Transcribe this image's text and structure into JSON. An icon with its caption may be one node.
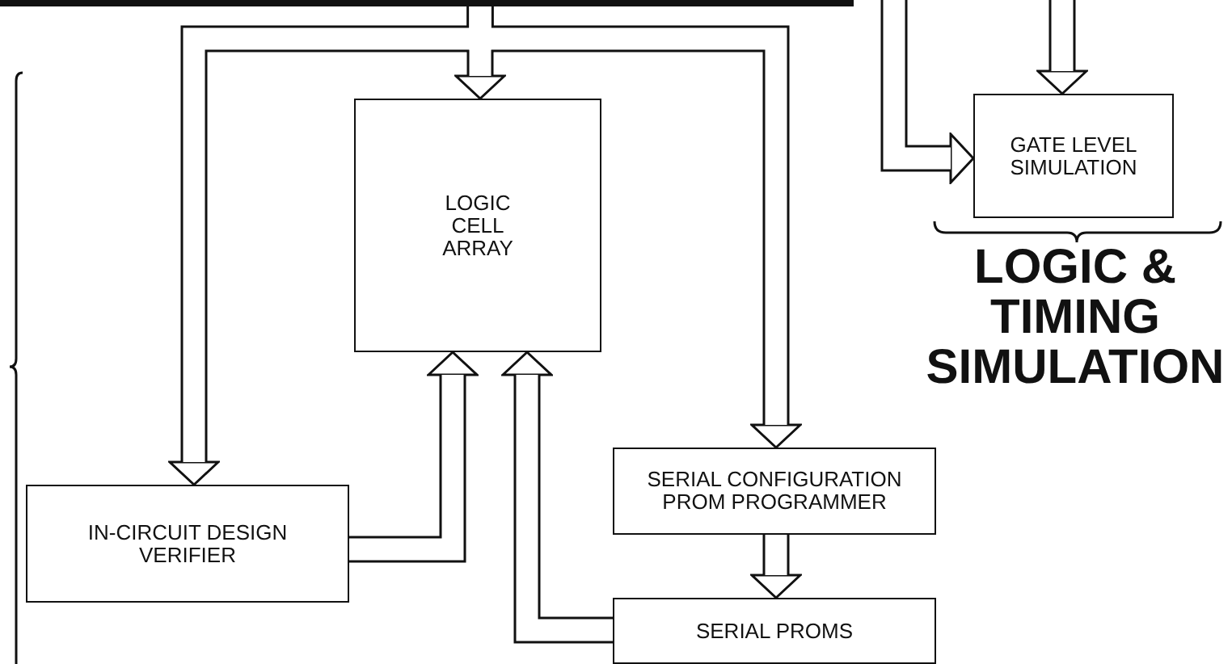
{
  "diagram": {
    "nodes": [
      {
        "text": [],
        "shape": "box"
      },
      {
        "text": [
          "GATE LEVEL SIMULATION"
        ]
      },
      {
        "text": [
          "LOGIC CELL ARRAY"
        ]
      },
      {
        "text": [
          "IN-CIRCUIT DESIGN VERIFIER"
        ]
      },
      {
        "text": [
          "SERIAL CONFIGURATION PROM PROGRAMMER"
        ]
      },
      {
        "text": [
          "SERIAL PROMS"
        ]
      }
    ],
    "edges": [
      {
        "from": 0,
        "to": 2,
        "arrow": "to"
      },
      {
        "from": 0,
        "to": 3,
        "arrow": "to"
      },
      {
        "from": 0,
        "to": 4,
        "arrow": "to"
      },
      {
        "from": 3,
        "to": 2,
        "arrow": "to"
      },
      {
        "from": 5,
        "to": 2,
        "arrow": "to"
      },
      {
        "from": 4,
        "to": 5,
        "arrow": "to"
      },
      {
        "from": null,
        "to": 1,
        "arrow": "to"
      },
      {
        "from": null,
        "to": 1,
        "arrow": "to"
      }
    ],
    "labels": [
      "LOGIC & TIMING SIMULATION"
    ]
  }
}
